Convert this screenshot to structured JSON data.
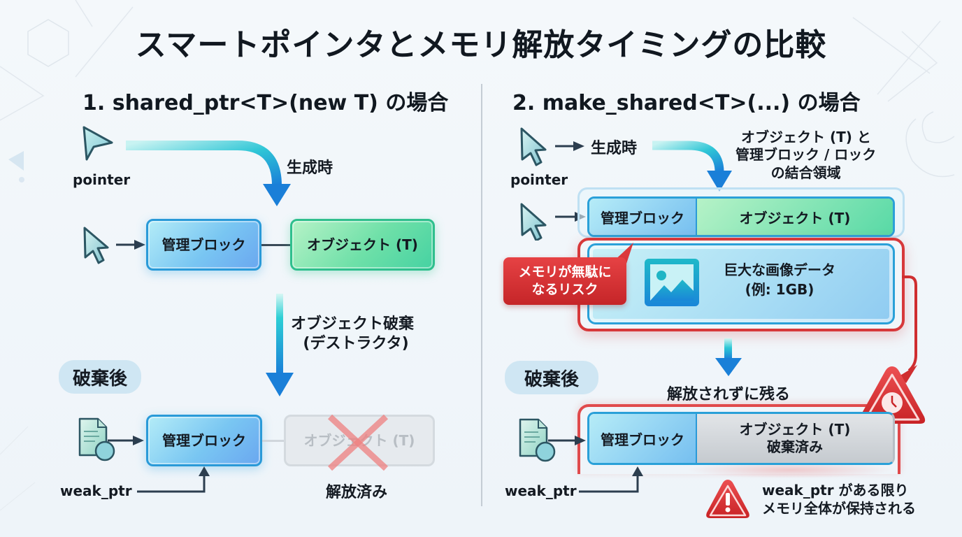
{
  "title": "スマートポインタとメモリ解放タイミングの比較",
  "colors": {
    "accent_blue": "#2a9ad8",
    "accent_green": "#2fbf8d",
    "danger_red": "#d7383a",
    "text_dark": "#141a22"
  },
  "left": {
    "heading": "1. shared_ptr<T>(new T) の場合",
    "pointer_label": "pointer",
    "creation_label": "生成時",
    "control_block": "管理ブロック",
    "object": "オブジェクト (T)",
    "destroy_label_line1": "オブジェクト破棄",
    "destroy_label_line2": "(デストラクタ)",
    "after_badge": "破棄後",
    "after_control_block": "管理ブロック",
    "after_object": "オブジェクト (T)",
    "released_label": "解放済み",
    "weak_ptr_label": "weak_ptr",
    "icons": [
      "cursor-icon",
      "pointer-arrow-icon",
      "document-icon",
      "cross-icon"
    ]
  },
  "right": {
    "heading": "2. make_shared<T>(...) の場合",
    "pointer_label": "pointer",
    "creation_label": "生成時",
    "combined_note_line1": "オブジェクト (T) と",
    "combined_note_line2": "管理ブロック / ロック",
    "combined_note_line3": "の結合領域",
    "control_block": "管理ブロック",
    "object": "オブジェクト (T)",
    "big_data_line1": "巨大な画像データ",
    "big_data_line2": "(例: 1GB)",
    "risk_callout_line1": "メモリが無駄に",
    "risk_callout_line2": "なるリスク",
    "after_badge": "破棄後",
    "remains_label": "解放されずに残る",
    "after_control_block": "管理ブロック",
    "after_object_line1": "オブジェクト (T)",
    "after_object_line2": "破棄済み",
    "weak_ptr_label": "weak_ptr",
    "warning_line1": "weak_ptr がある限り",
    "warning_line2": "メモリ全体が保持される",
    "icons": [
      "cursor-icon",
      "image-icon",
      "document-icon",
      "clock-warning-icon",
      "exclamation-warning-icon"
    ]
  }
}
